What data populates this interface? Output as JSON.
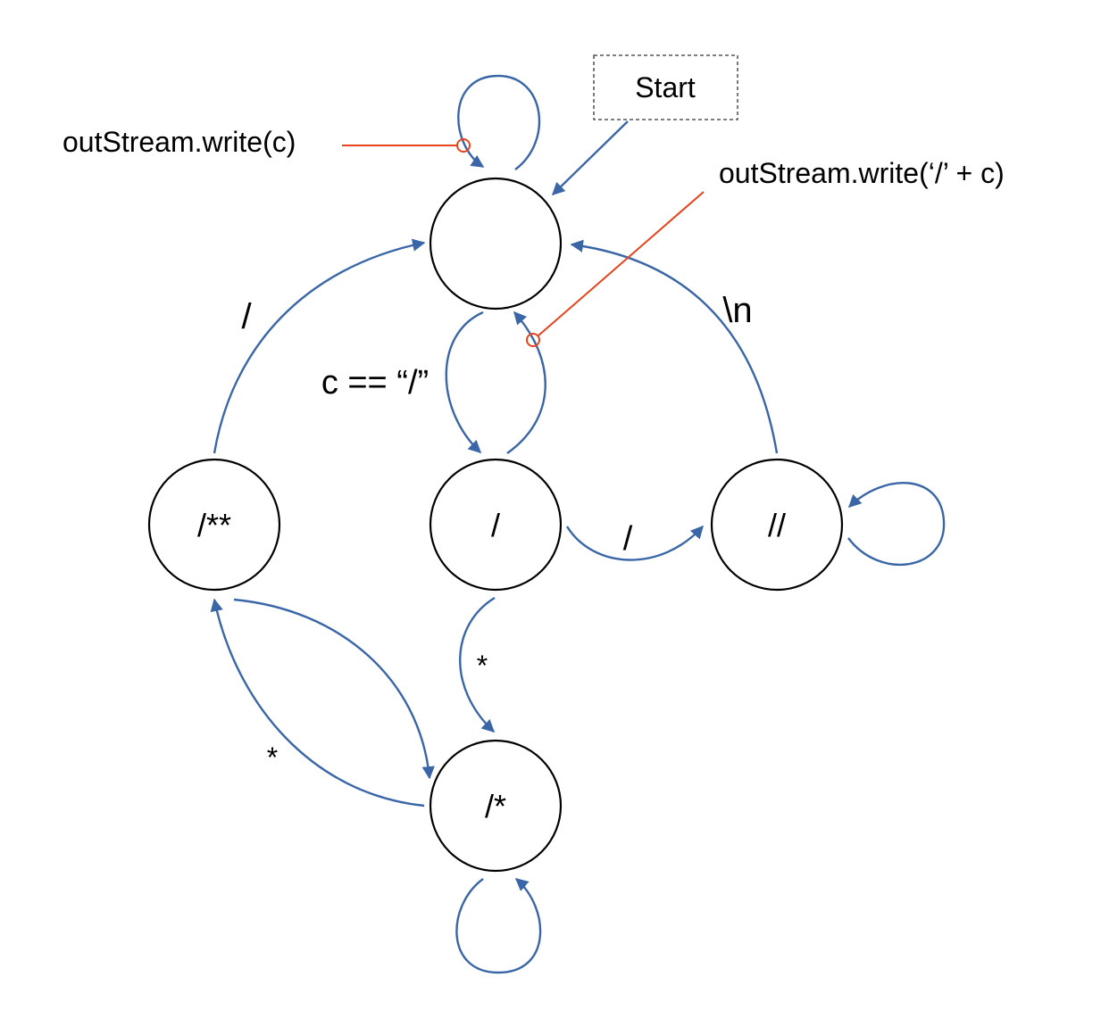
{
  "colors": {
    "edge": "#3a66a8",
    "annotation": "#e8431c",
    "node_stroke": "#000000",
    "text": "#000000"
  },
  "start_label": "Start",
  "states": {
    "initial": "",
    "slash": "/",
    "double_slash": "//",
    "slash_star": "/*",
    "slash_star_star": "/**"
  },
  "transitions": {
    "initial_to_slash": "c == “/”",
    "slash_to_double_slash": "/",
    "double_slash_to_initial": "\\n",
    "slash_to_slash_star": "*",
    "slash_star_star_to_initial": "/",
    "slash_star_star_to_slash_star": "*"
  },
  "annotations": {
    "self_loop_action": "outStream.write(c)",
    "return_action": "outStream.write(‘/’ + c)"
  }
}
